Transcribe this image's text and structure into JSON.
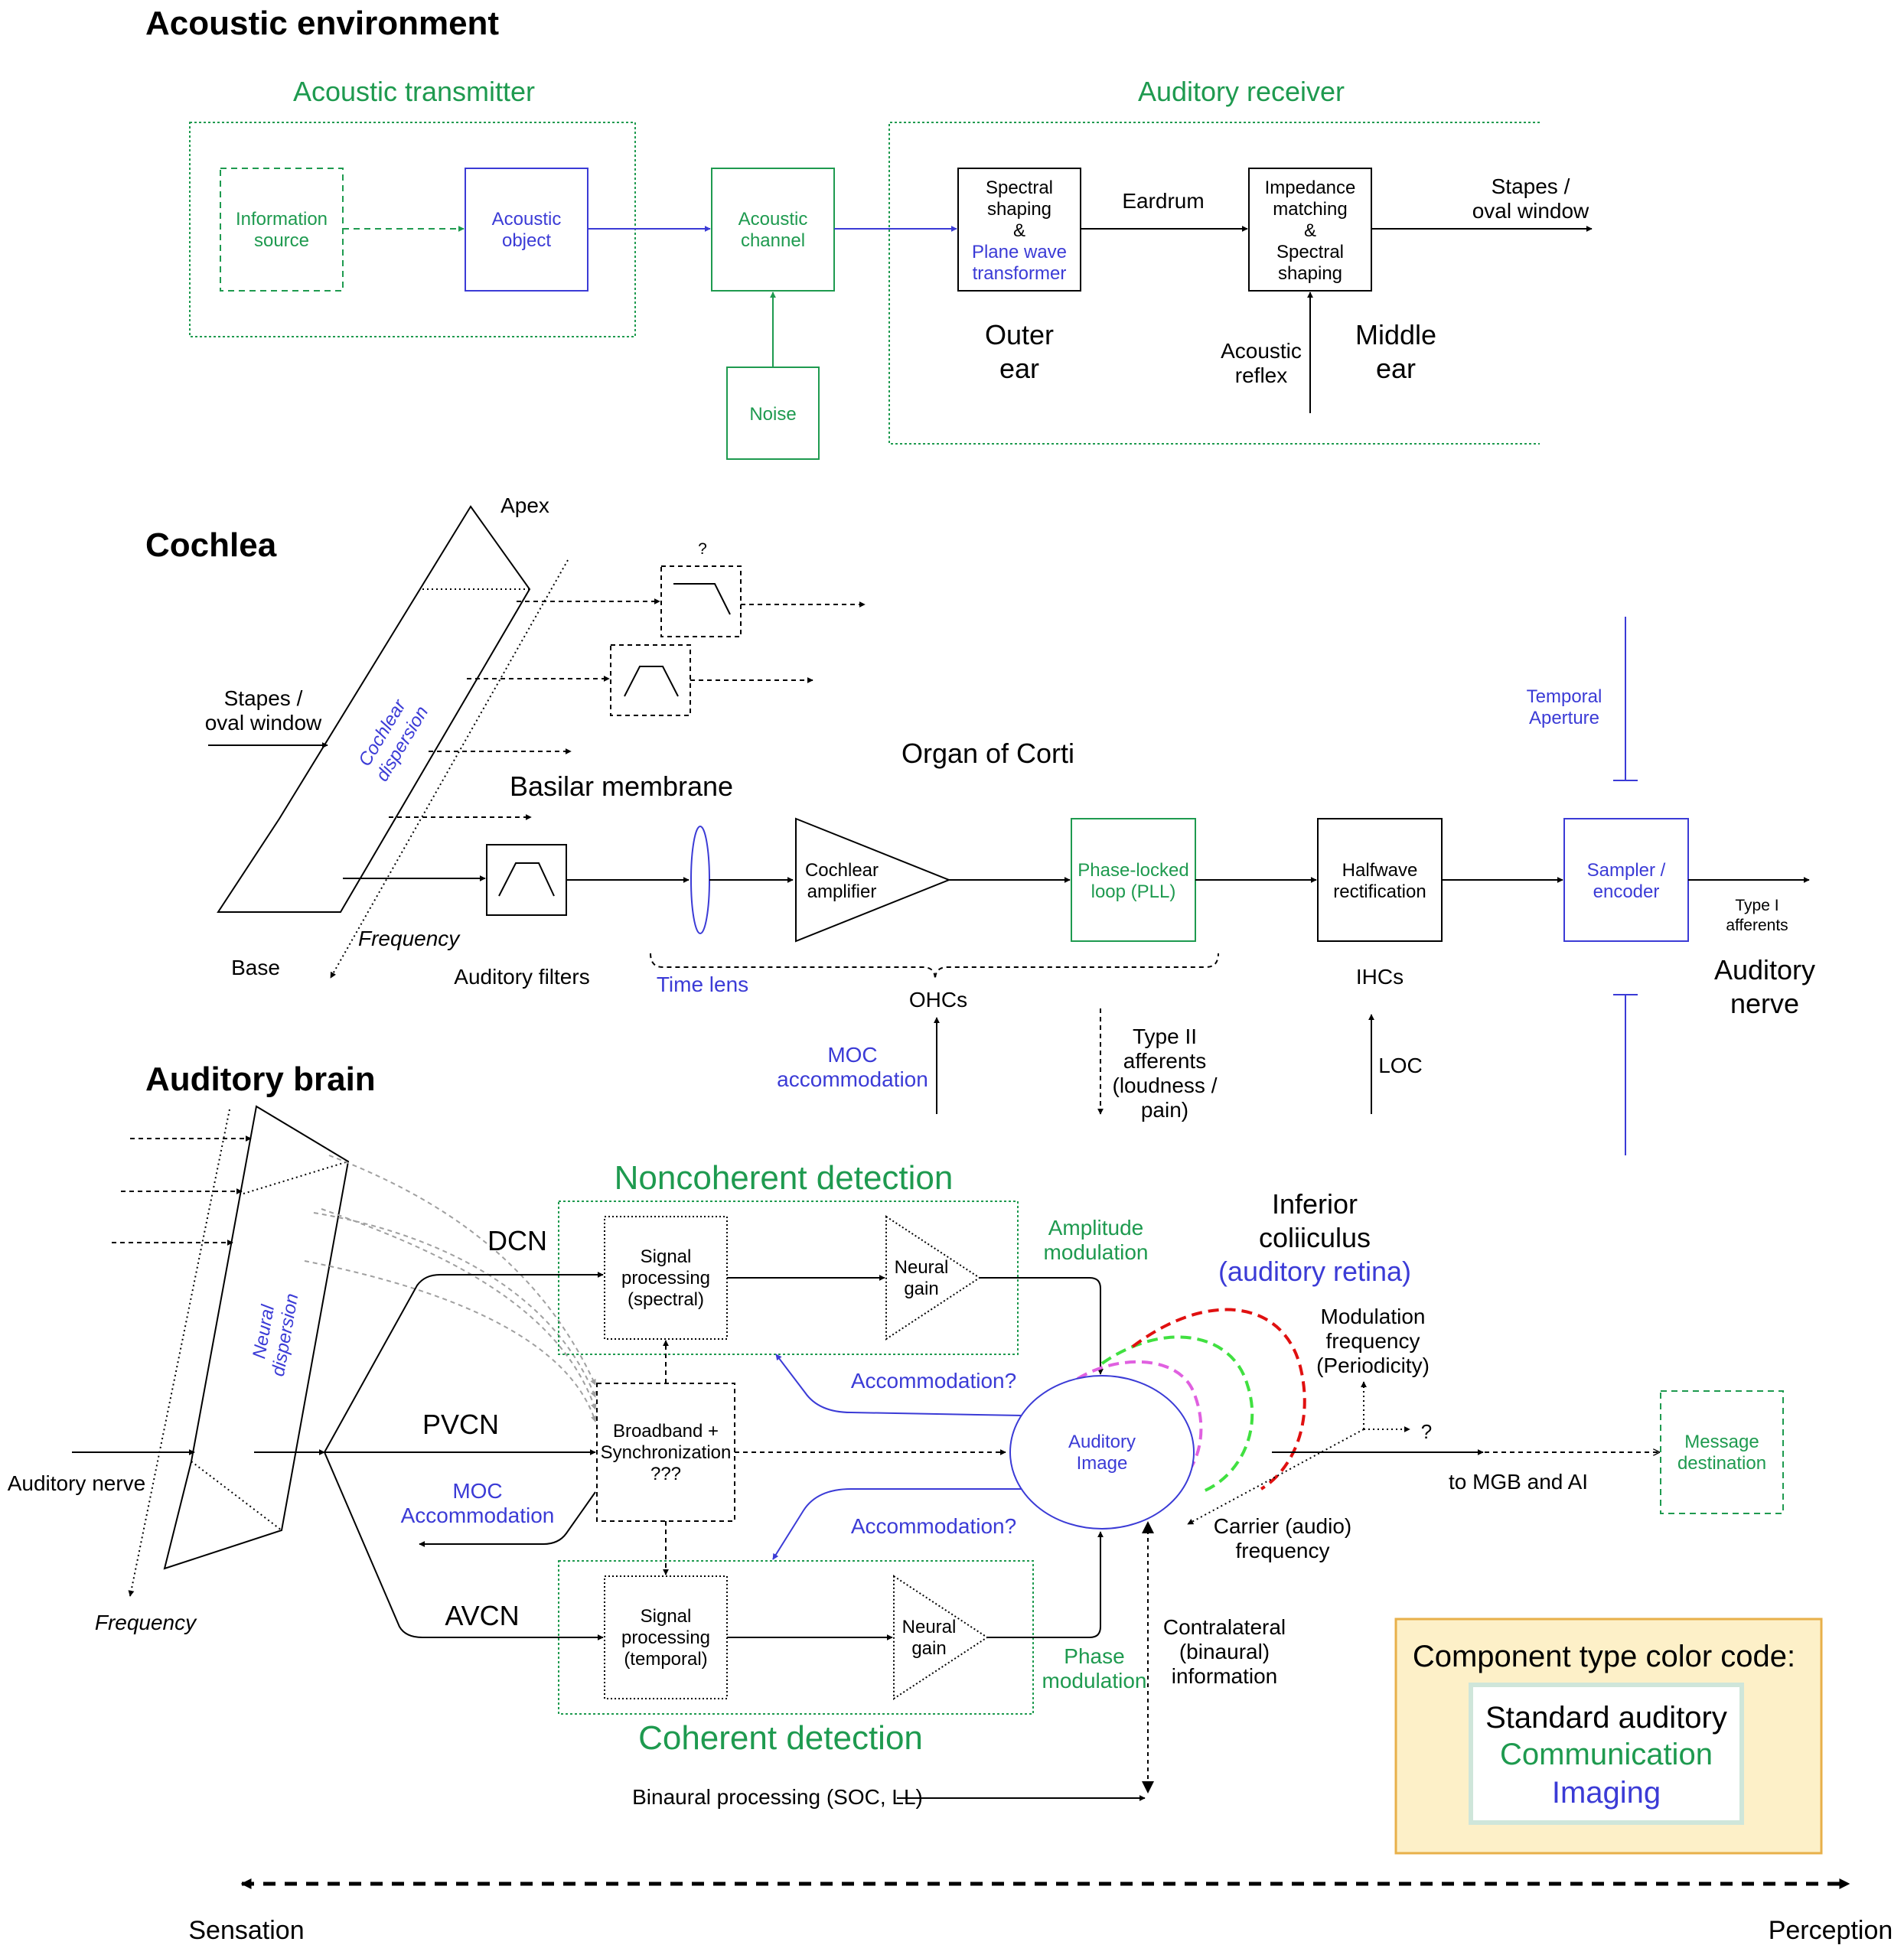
{
  "sections": {
    "acoustic_environment": "Acoustic environment",
    "cochlea": "Cochlea",
    "auditory_brain": "Auditory brain"
  },
  "env": {
    "transmitter_title": "Acoustic transmitter",
    "receiver_title": "Auditory receiver",
    "information_source": [
      "Information",
      "source"
    ],
    "acoustic_object": [
      "Acoustic",
      "object"
    ],
    "acoustic_channel": [
      "Acoustic",
      "channel"
    ],
    "noise": "Noise",
    "outer_box_black": [
      "Spectral",
      "shaping",
      "&"
    ],
    "outer_box_blue": [
      "Plane wave",
      "transformer"
    ],
    "eardrum": "Eardrum",
    "middle_box": [
      "Impedance",
      "matching",
      "&",
      "Spectral",
      "shaping"
    ],
    "stapes_out": [
      "Stapes /",
      "oval window"
    ],
    "outer_ear": [
      "Outer",
      "ear"
    ],
    "acoustic_reflex": [
      "Acoustic",
      "reflex"
    ],
    "middle_ear": [
      "Middle",
      "ear"
    ]
  },
  "cochlea": {
    "apex": "Apex",
    "question": "?",
    "stapes_in": [
      "Stapes /",
      "oval window"
    ],
    "cochlear_dispersion": [
      "Cochlear",
      "dispersion"
    ],
    "basilar_membrane": "Basilar membrane",
    "organ_of_corti": "Organ of Corti",
    "frequency": "Frequency",
    "base": "Base",
    "auditory_filters": "Auditory filters",
    "time_lens": "Time lens",
    "cochlear_amplifier": [
      "Cochlear",
      "amplifier"
    ],
    "pll": [
      "Phase-locked",
      "loop (PLL)"
    ],
    "halfwave": [
      "Halfwave",
      "rectification"
    ],
    "sampler": [
      "Sampler /",
      "encoder"
    ],
    "temporal_aperture": [
      "Temporal",
      "Aperture"
    ],
    "type1": [
      "Type I",
      "afferents"
    ],
    "auditory_nerve": [
      "Auditory",
      "nerve"
    ],
    "ohcs": "OHCs",
    "ihcs": "IHCs",
    "moc_accommodation": [
      "MOC",
      "accommodation"
    ],
    "type2": [
      "Type II",
      "afferents",
      "(loudness /",
      "pain)"
    ],
    "loc": "LOC"
  },
  "brain": {
    "neural_dispersion": [
      "Neural",
      "dispersion"
    ],
    "auditory_nerve": "Auditory nerve",
    "frequency": "Frequency",
    "dcn": "DCN",
    "pvcn": "PVCN",
    "avcn": "AVCN",
    "moc_accommodation": [
      "MOC",
      "Accommodation"
    ],
    "noncoherent_title": "Noncoherent detection",
    "coherent_title": "Coherent detection",
    "sp_spectral": [
      "Signal",
      "processing",
      "(spectral)"
    ],
    "sp_temporal": [
      "Signal",
      "processing",
      "(temporal)"
    ],
    "neural_gain": [
      "Neural",
      "gain"
    ],
    "broadband": [
      "Broadband +",
      "Synchronization",
      "???"
    ],
    "amplitude_modulation": [
      "Amplitude",
      "modulation"
    ],
    "phase_modulation": [
      "Phase",
      "modulation"
    ],
    "accommodation_q": "Accommodation?",
    "inferior_colliculus": [
      "Inferior",
      "coliiculus"
    ],
    "auditory_retina": "(auditory retina)",
    "auditory_image": [
      "Auditory",
      "Image"
    ],
    "modulation_frequency": [
      "Modulation",
      "frequency",
      "(Periodicity)"
    ],
    "question": "?",
    "carrier_frequency": [
      "Carrier (audio)",
      "frequency"
    ],
    "to_mgb": "to MGB and AI",
    "message_destination": [
      "Message",
      "destination"
    ],
    "contralateral": [
      "Contralateral",
      "(binaural)",
      "information"
    ],
    "binaural_processing": "Binaural processing (SOC, LL)"
  },
  "legend": {
    "title": "Component type color code:",
    "standard": "Standard auditory",
    "communication": "Communication",
    "imaging": "Imaging"
  },
  "axis": {
    "left": "Sensation",
    "right": "Perception"
  },
  "colors": {
    "black": "#000000",
    "green": "#1e9a4f",
    "blue": "#3b3bd6",
    "legend_fill": "#fdf0c8",
    "legend_border": "#e8b04a"
  }
}
